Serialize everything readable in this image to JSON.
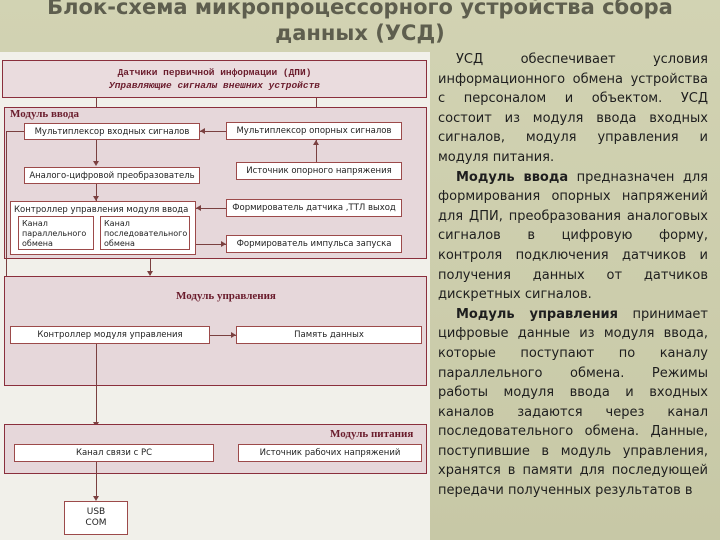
{
  "title": {
    "line1": "Блок-схема микропроцессорного устройства сбора",
    "line2": "данных (УСД)"
  },
  "diagram": {
    "header": {
      "line1": "Датчики первичной информации (ДПИ)",
      "line2": "Управляющие сигналы внешних устройств"
    },
    "input_module": {
      "title": "Модуль ввода",
      "mux_input": "Мультиплексор входных сигналов",
      "mux_reference": "Мультиплексор опорных сигналов",
      "reference_source": "Источник опорного напряжения",
      "adc": "Аналого-цифровой преобразователь",
      "controller": "Контроллер управления модуля ввода",
      "sensor_former": "Формирователь датчика ,ТТЛ выход",
      "parallel_channel": "Канал параллельного обмена",
      "serial_channel": "Канал последовательного обмена",
      "pulse_former": "Формирователь импульса запуска"
    },
    "control_module": {
      "title": "Модуль управления",
      "controller": "Контроллер модуля управления",
      "memory": "Память данных"
    },
    "power_module": {
      "title": "Модуль питания",
      "pc_link": "Канал связи с PC",
      "power_source": "Источник рабочих напряжений"
    },
    "usb_box": {
      "line1": "USB",
      "line2": "COM"
    }
  },
  "text": {
    "p1": "УСД обеспечивает условия информационного обмена устройства с персоналом и объектом. УСД состоит из модуля ввода входных сигналов, модуля управления и модуля питания.",
    "p2_bold": "Модуль ввода",
    "p2_rest": " предназначен для формирования опорных напряжений для ДПИ, преобразования аналоговых сигналов в цифровую форму, контроля подключения датчиков и получения данных от датчиков дискретных сигналов.",
    "p3_bold": "Модуль управления",
    "p3_rest": " принимает цифровые данные из модуля ввода, которые поступают по каналу параллельного обмена. Режимы работы модуля ввода и входных каналов задаются через канал последовательного обмена. Данные, поступившие в модуль управления, хранятся в памяти для последующей передачи полученных результатов в"
  }
}
